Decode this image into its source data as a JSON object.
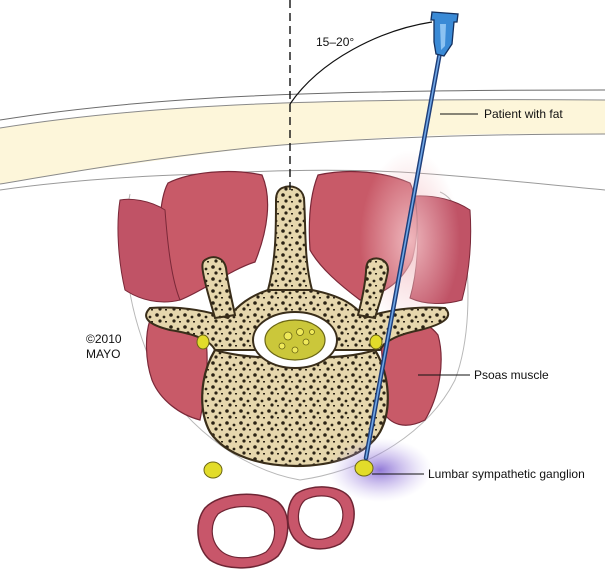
{
  "labels": {
    "angle": "15–20°",
    "patient": "Patient with fat",
    "psoas": "Psoas muscle",
    "ganglion": "Lumbar sympathetic ganglion",
    "copyright_year": "©2010",
    "copyright_org": "MAYO"
  },
  "colors": {
    "muscle": "#c85a68",
    "muscle_dark": "#9e3a49",
    "bone": "#e9dcb6",
    "bone_outline": "#3a2e1a",
    "fat": "#fdf6da",
    "ganglion": "#e2dc2a",
    "needle_blue": "#2f74c9",
    "needle_hub": "#3a8ad6",
    "injectate": "#9d86d8",
    "vessel": "#c8566a"
  }
}
